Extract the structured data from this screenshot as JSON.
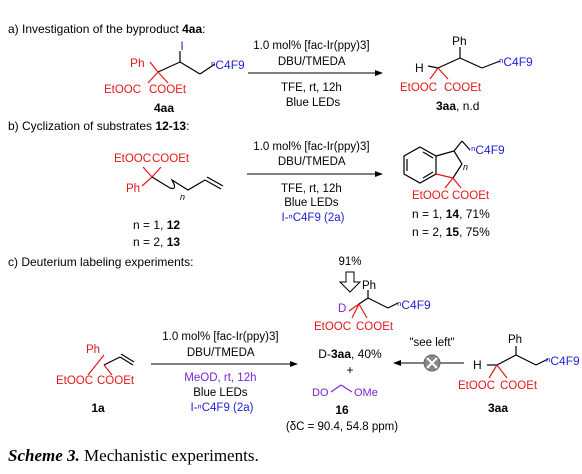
{
  "colors": {
    "black": "#000000",
    "red": "#e8151b",
    "blue": "#1f1fd6",
    "purple": "#7a22d9",
    "gray_x": "#808080"
  },
  "section_a": {
    "label_prefix": "a) Investigation of the byproduct ",
    "label_bold": "4aa",
    "label_suffix": ":",
    "conditions": [
      "1.0 mol% [fac-Ir(ppy)3]",
      "DBU/TMEDA",
      "TFE, rt, 12h",
      "Blue LEDs"
    ],
    "reactant": {
      "I": "I",
      "Ph": "Ph",
      "C4F9": "ⁿC4F9",
      "ester_left": "EtOOC",
      "ester_right": "COOEt",
      "label": "4aa"
    },
    "product": {
      "Ph": "Ph",
      "H": "H",
      "C4F9": "ⁿC4F9",
      "ester_left": "EtOOC",
      "ester_right": "COOEt",
      "label": "3aa",
      "label_suffix": ", n.d"
    }
  },
  "section_b": {
    "label_prefix": "b) Cyclization of substrates ",
    "label_bold": "12-13",
    "label_suffix": ":",
    "conditions": [
      "1.0 mol% [fac-Ir(ppy)3]",
      "DBU/TMEDA",
      "TFE, rt, 12h",
      "Blue LEDs",
      "I-ⁿC4F9 (2a)"
    ],
    "reactant": {
      "ester_left": "EtOOC",
      "ester_right": "COOEt",
      "Ph": "Ph",
      "n": "n"
    },
    "reactant_labels": [
      {
        "text": "n = 1, ",
        "bold": "12"
      },
      {
        "text": "n = 2, ",
        "bold": "13"
      }
    ],
    "product": {
      "C4F9": "ⁿC4F9",
      "ester_left": "EtOOC",
      "ester_right": "COOEt",
      "n": "n"
    },
    "product_labels": [
      {
        "text": "n = 1, ",
        "bold": "14",
        "suffix": ", 71%"
      },
      {
        "text": "n = 2, ",
        "bold": "15",
        "suffix": ", 75%"
      }
    ]
  },
  "section_c": {
    "label": "c) Deuterium labeling experiments:",
    "conditions": [
      "1.0 mol% [fac-Ir(ppy)3]",
      "DBU/TMEDA",
      "MeOD, rt, 12h",
      "Blue LEDs",
      "I-ⁿC4F9 (2a)"
    ],
    "reactant": {
      "Ph": "Ph",
      "ester_left": "EtOOC",
      "ester_right": "COOEt",
      "label": "1a"
    },
    "product": {
      "percent": "91%",
      "D": "D",
      "Ph": "Ph",
      "C4F9": "ⁿC4F9",
      "ester_left": "EtOOC",
      "ester_right": "COOEt",
      "label_prefix": "D-",
      "label_bold": "3aa",
      "label_suffix": ", 40%",
      "plus": "+",
      "DO": "DO",
      "OMe": "OMe",
      "side_label": "16",
      "shifts": "(δC = 90.4, 54.8 ppm)"
    },
    "see_left": "\"see left\"",
    "substrate": {
      "Ph": "Ph",
      "H": "H",
      "C4F9": "ⁿC4F9",
      "ester_left": "EtOOC",
      "ester_right": "COOEt",
      "label": "3aa"
    }
  },
  "caption": {
    "title": "Scheme 3.",
    "text": " Mechanistic experiments."
  }
}
